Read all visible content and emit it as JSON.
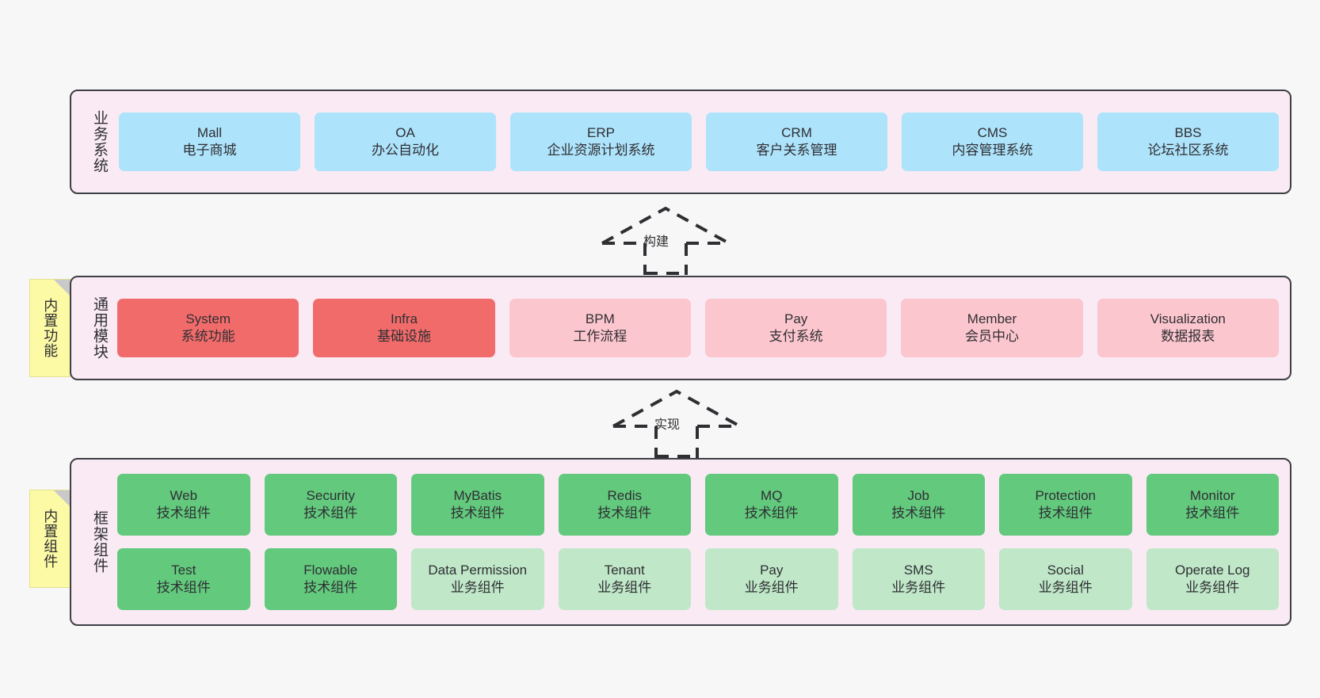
{
  "canvas": {
    "background": "#f7f7f7",
    "container_fill": "#f9eaf4",
    "container_border": "#3f3f46",
    "sticky_fill": "#fcfaa4"
  },
  "layers": [
    {
      "id": "business",
      "title": "业务系统",
      "rows": [
        {
          "cells": [
            {
              "name": "Mall",
              "desc": "电子商城",
              "color": "#ade3fb"
            },
            {
              "name": "OA",
              "desc": "办公自动化",
              "color": "#ade3fb"
            },
            {
              "name": "ERP",
              "desc": "企业资源计划系统",
              "color": "#ade3fb"
            },
            {
              "name": "CRM",
              "desc": "客户关系管理",
              "color": "#ade3fb"
            },
            {
              "name": "CMS",
              "desc": "内容管理系统",
              "color": "#ade3fb"
            },
            {
              "name": "BBS",
              "desc": "论坛社区系统",
              "color": "#ade3fb"
            }
          ]
        }
      ]
    },
    {
      "id": "modules",
      "title": "通用模块",
      "sticky": "内置功能",
      "rows": [
        {
          "cells": [
            {
              "name": "System",
              "desc": "系统功能",
              "color": "#f26b6b"
            },
            {
              "name": "Infra",
              "desc": "基础设施",
              "color": "#f26b6b"
            },
            {
              "name": "BPM",
              "desc": "工作流程",
              "color": "#fcc6ce"
            },
            {
              "name": "Pay",
              "desc": "支付系统",
              "color": "#fcc6ce"
            },
            {
              "name": "Member",
              "desc": "会员中心",
              "color": "#fcc6ce"
            },
            {
              "name": "Visualization",
              "desc": "数据报表",
              "color": "#fcc6ce"
            }
          ]
        }
      ]
    },
    {
      "id": "framework",
      "title": "框架组件",
      "sticky": "内置组件",
      "rows": [
        {
          "cells": [
            {
              "name": "Web",
              "desc": "技术组件",
              "color": "#62c97d"
            },
            {
              "name": "Security",
              "desc": "技术组件",
              "color": "#62c97d"
            },
            {
              "name": "MyBatis",
              "desc": "技术组件",
              "color": "#62c97d"
            },
            {
              "name": "Redis",
              "desc": "技术组件",
              "color": "#62c97d"
            },
            {
              "name": "MQ",
              "desc": "技术组件",
              "color": "#62c97d"
            },
            {
              "name": "Job",
              "desc": "技术组件",
              "color": "#62c97d"
            },
            {
              "name": "Protection",
              "desc": "技术组件",
              "color": "#62c97d"
            },
            {
              "name": "Monitor",
              "desc": "技术组件",
              "color": "#62c97d"
            }
          ]
        },
        {
          "cells": [
            {
              "name": "Test",
              "desc": "技术组件",
              "color": "#62c97d"
            },
            {
              "name": "Flowable",
              "desc": "技术组件",
              "color": "#62c97d"
            },
            {
              "name": "Data Permission",
              "desc": "业务组件",
              "color": "#bfe7c8"
            },
            {
              "name": "Tenant",
              "desc": "业务组件",
              "color": "#bfe7c8"
            },
            {
              "name": "Pay",
              "desc": "业务组件",
              "color": "#bfe7c8"
            },
            {
              "name": "SMS",
              "desc": "业务组件",
              "color": "#bfe7c8"
            },
            {
              "name": "Social",
              "desc": "业务组件",
              "color": "#bfe7c8"
            },
            {
              "name": "Operate Log",
              "desc": "业务组件",
              "color": "#bfe7c8"
            }
          ]
        }
      ]
    }
  ],
  "connectors": [
    {
      "id": "build",
      "label": "构建",
      "style": "dashed-generalization",
      "direction": "up"
    },
    {
      "id": "impl",
      "label": "实现",
      "style": "dashed-generalization",
      "direction": "up"
    }
  ]
}
